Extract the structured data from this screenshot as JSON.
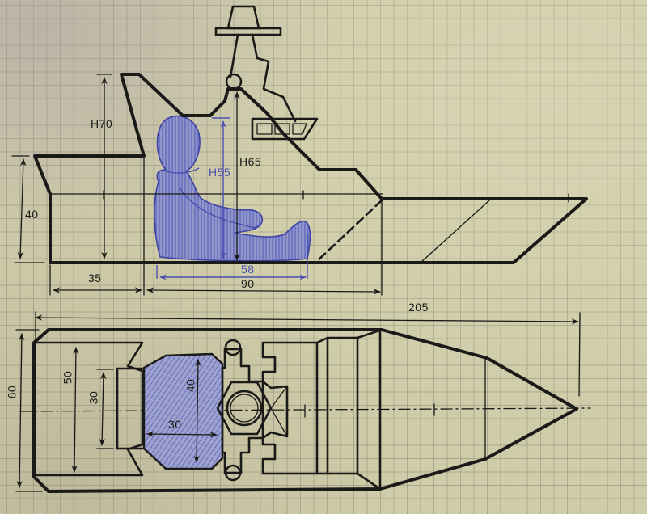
{
  "drawing": {
    "title": "Boat sketch on grid paper",
    "views": [
      "side view",
      "top view"
    ],
    "colors": {
      "paper": "#cfcca9",
      "grid": "#827d6e",
      "ink": "#1a1a18",
      "figure_blue": "#4a4fb0",
      "figure_fill": "#8d93c8"
    }
  },
  "side_view": {
    "labels": {
      "height_cabin": "H70",
      "height_mast_base": "H65",
      "height_figure": "H55",
      "height_bow_stern": "40",
      "length_rear": "35",
      "length_figure": "58",
      "length_cockpit": "90"
    }
  },
  "top_view": {
    "labels": {
      "overall_length": "205",
      "overall_width": "60",
      "inner_width": "50",
      "seat_width": "30",
      "engine_width": "40",
      "engine_length": "30"
    }
  }
}
